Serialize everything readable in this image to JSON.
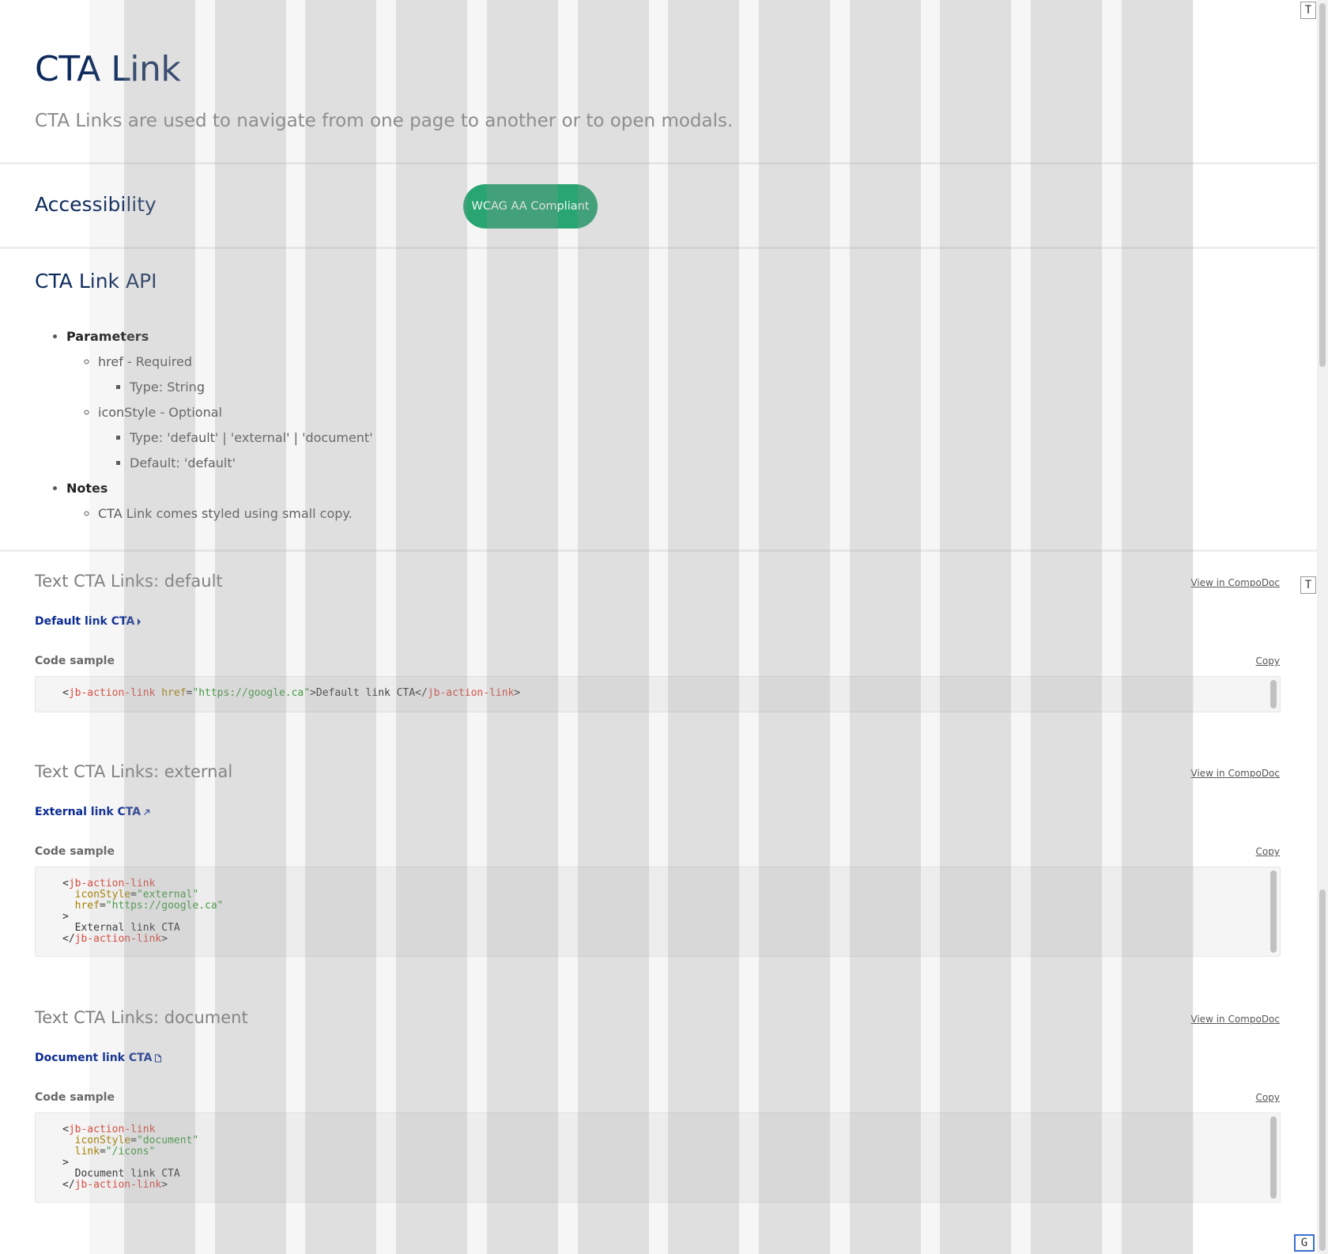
{
  "header": {
    "title": "CTA Link",
    "subtitle": "CTA Links are used to navigate from one page to another or to open modals."
  },
  "accessibility": {
    "heading": "Accessibility",
    "badge": "WCAG AA Compliant",
    "badge_color": "#1aa56b"
  },
  "api": {
    "heading": "CTA Link API",
    "parameters_label": "Parameters",
    "href_label": "href - Required",
    "href_type": "Type: String",
    "iconstyle_label": "iconStyle - Optional",
    "iconstyle_type": "Type: 'default' | 'external' | 'document'",
    "iconstyle_default": "Default: 'default'",
    "notes_label": "Notes",
    "note_1": "CTA Link comes styled using small copy."
  },
  "sections": [
    {
      "title": "Text CTA Links: default",
      "compodoc": "View in CompoDoc",
      "link_text": "Default link CTA",
      "icon": "caret-right-icon",
      "code_label": "Code sample",
      "copy_label": "Copy"
    },
    {
      "title": "Text CTA Links: external",
      "compodoc": "View in CompoDoc",
      "link_text": "External link CTA",
      "icon": "external-arrow-icon",
      "code_label": "Code sample",
      "copy_label": "Copy"
    },
    {
      "title": "Text CTA Links: document",
      "compodoc": "View in CompoDoc",
      "link_text": "Document link CTA",
      "icon": "document-icon",
      "code_label": "Code sample",
      "copy_label": "Copy"
    }
  ],
  "code": {
    "tag": "jb-action-link",
    "attr_href": "href",
    "attr_iconstyle": "iconStyle",
    "attr_link": "link",
    "val_google": "\"https://google.ca\"",
    "val_external": "\"external\"",
    "val_document": "\"document\"",
    "val_icons": "\"/icons\"",
    "text_default": "Default link CTA",
    "text_external": "External link CTA",
    "text_document": "Document link CTA"
  },
  "toolbar": {
    "t_button": "T",
    "g_button": "G"
  },
  "colors": {
    "heading": "#0d2a5c",
    "link": "#0a2a94",
    "code_tag": "#d9483b",
    "code_attr": "#a67f00",
    "code_string": "#3c9a3c"
  }
}
